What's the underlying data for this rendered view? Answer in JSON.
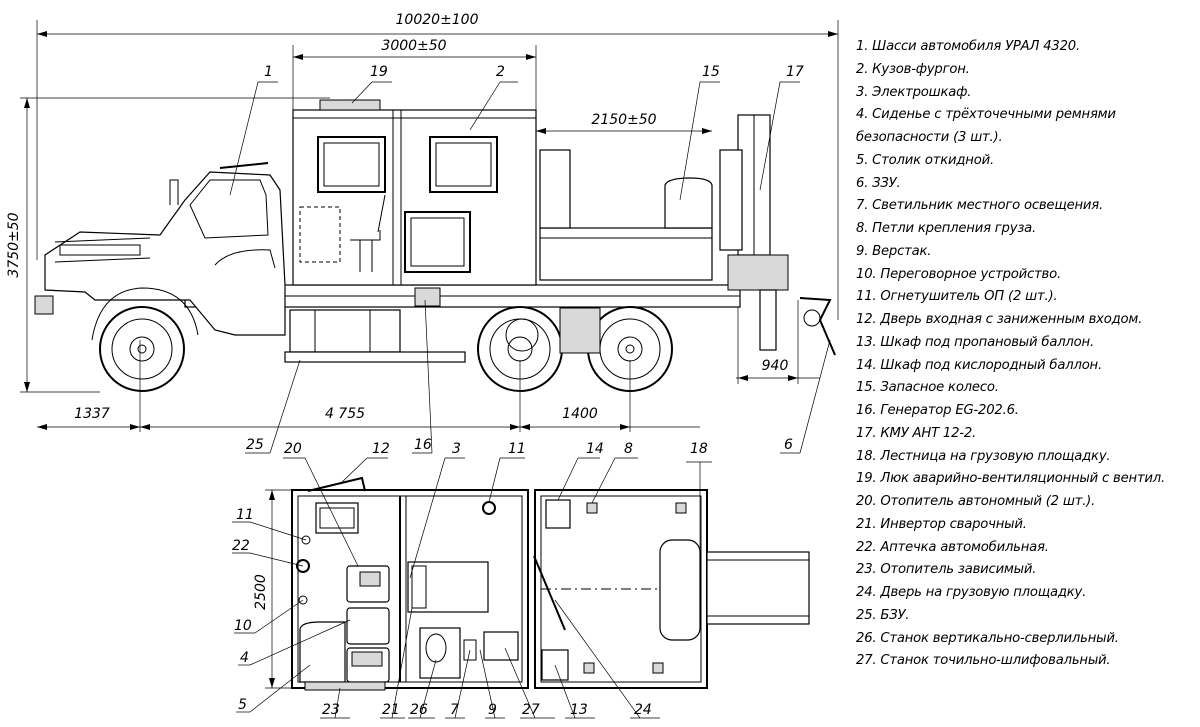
{
  "dimensions": {
    "overall_length": "10020±100",
    "body_length": "3000±50",
    "platform_length": "2150±50",
    "overall_height": "3750±50",
    "front_overhang": "1337",
    "wheelbase": "4 755",
    "rear_axle_spacing": "1400",
    "rear_overhang": "940",
    "width": "2500"
  },
  "side_view_callouts": [
    "1",
    "19",
    "2",
    "15",
    "17",
    "25",
    "16",
    "6"
  ],
  "plan_view_callouts_top": [
    "20",
    "12",
    "3",
    "11",
    "14",
    "8",
    "18"
  ],
  "plan_view_callouts_left": [
    "11",
    "22",
    "10",
    "4",
    "5"
  ],
  "plan_view_callouts_bottom": [
    "23",
    "21",
    "26",
    "7",
    "9",
    "27",
    "13",
    "24"
  ],
  "legend": [
    "1. Шасси автомобиля УРАЛ 4320.",
    "2. Кузов-фургон.",
    "3. Электрошкаф.",
    "4. Сиденье с трёхточечными ремнями",
    "безопасности (3 шт.).",
    "5. Столик откидной.",
    "6. ЗЗУ.",
    "7. Светильник местного освещения.",
    "8. Петли крепления груза.",
    "9. Верстак.",
    "10. Переговорное устройство.",
    "11. Огнетушитель ОП (2 шт.).",
    "12. Дверь входная с заниженным входом.",
    "13. Шкаф под пропановый баллон.",
    "14. Шкаф под кислородный баллон.",
    "15. Запасное колесо.",
    "16. Генератор EG-202.6.",
    "17. КМУ АНТ 12-2.",
    "18. Лестница на грузовую площадку.",
    "19. Люк аварийно-вентиляционный с вентил.",
    "20. Отопитель автономный (2 шт.).",
    "21. Инвертор сварочный.",
    "22. Аптечка автомобильная.",
    "23. Отопитель зависимый.",
    "24. Дверь на грузовую площадку.",
    "25. БЗУ.",
    "26. Станок вертикально-сверлильный.",
    "27. Станок точильно-шлифовальный."
  ]
}
